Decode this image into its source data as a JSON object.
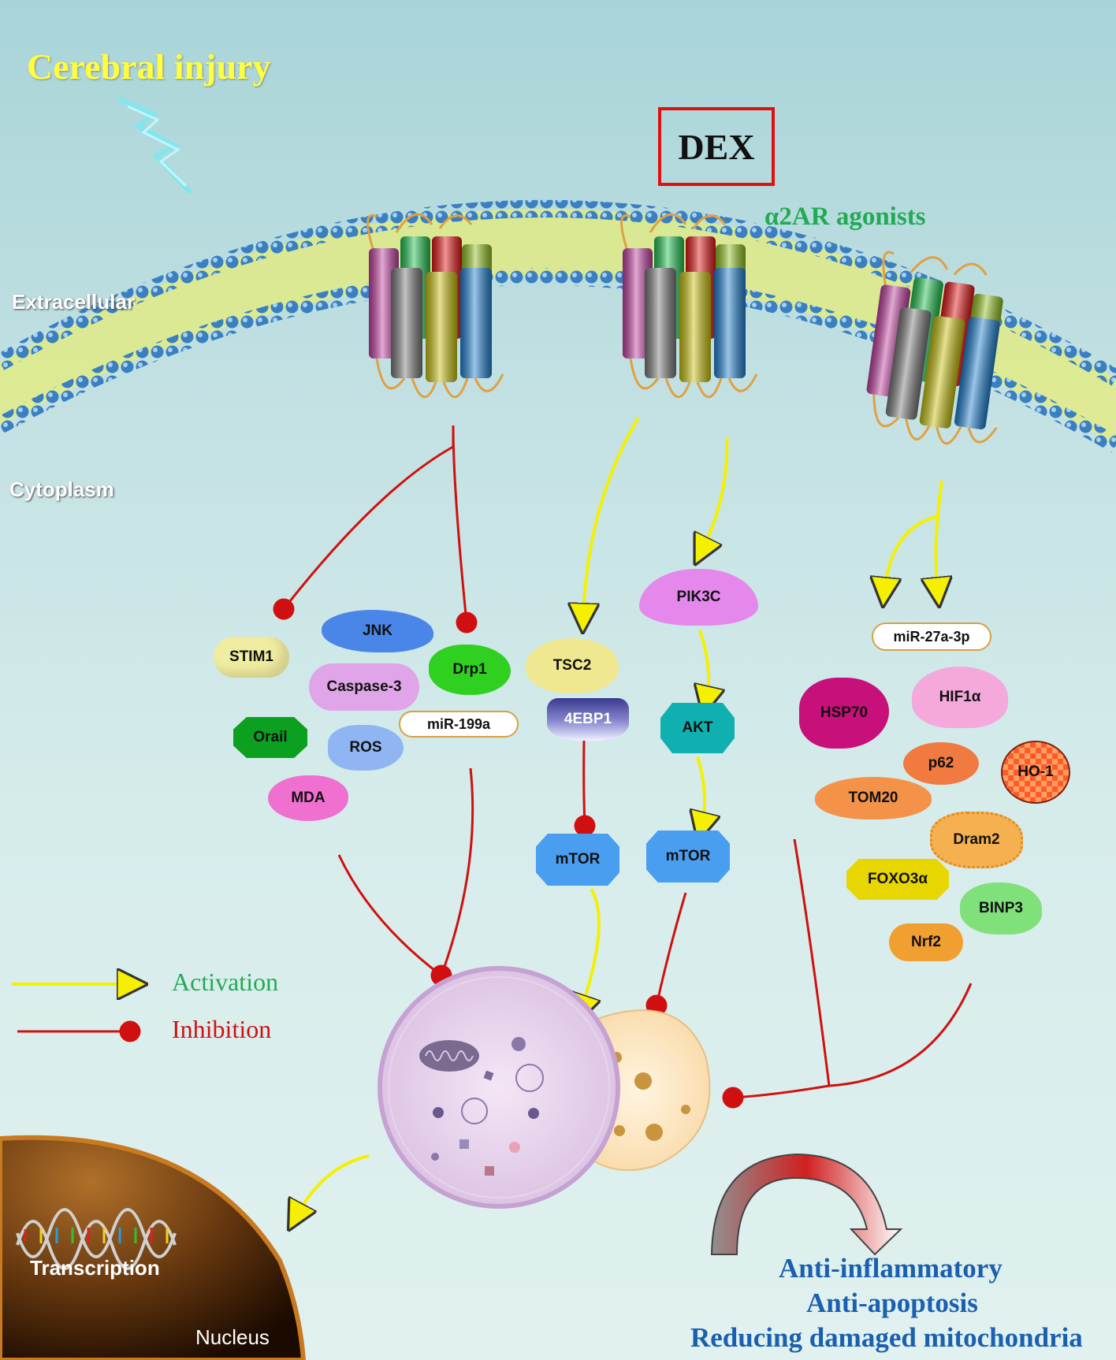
{
  "title": "Cerebral injury",
  "drug": "DEX",
  "drug_class": "α2AR agonists",
  "regions": {
    "extracellular": "Extracellular",
    "cytoplasm": "Cytoplasm",
    "nucleus": "Nucleus"
  },
  "transcription": "Transcription",
  "legend": {
    "activation": "Activation",
    "inhibition": "Inhibition"
  },
  "outcomes": [
    "Anti-inflammatory",
    "Anti-apoptosis",
    "Reducing damaged mitochondria"
  ],
  "left_cluster": [
    "STIM1",
    "JNK",
    "Drp1",
    "Caspase-3",
    "Orail",
    "ROS",
    "miR-199a",
    "MDA"
  ],
  "middle_pathway_1": [
    "TSC2",
    "4EBP1",
    "mTOR"
  ],
  "middle_pathway_2": [
    "PIK3C",
    "AKT",
    "mTOR"
  ],
  "right_cluster": [
    "miR-27a-3p",
    "HSP70",
    "HIF1α",
    "p62",
    "HO-1",
    "TOM20",
    "Dram2",
    "FOXO3α",
    "BINP3",
    "Nrf2"
  ],
  "colors": {
    "activation": "#f5f000",
    "inhibition": "#d01010",
    "dex_box": "#e01010",
    "title": "#ffff40",
    "agonist": "#22aa55",
    "outcome": "#1a5fb0"
  }
}
